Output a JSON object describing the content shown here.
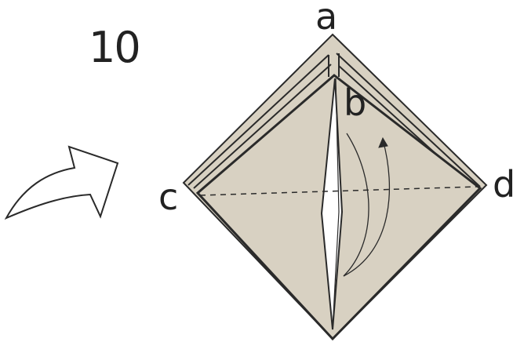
{
  "diagram": {
    "step_number": "10",
    "labels": {
      "a": "a",
      "b": "b",
      "c": "c",
      "d": "d"
    },
    "colors": {
      "paper": "#d8d1c2",
      "ink": "#2a2a2a",
      "background": "#ffffff"
    },
    "icons": [
      "turn-over-arrow-icon",
      "fold-arrow-icon"
    ]
  }
}
